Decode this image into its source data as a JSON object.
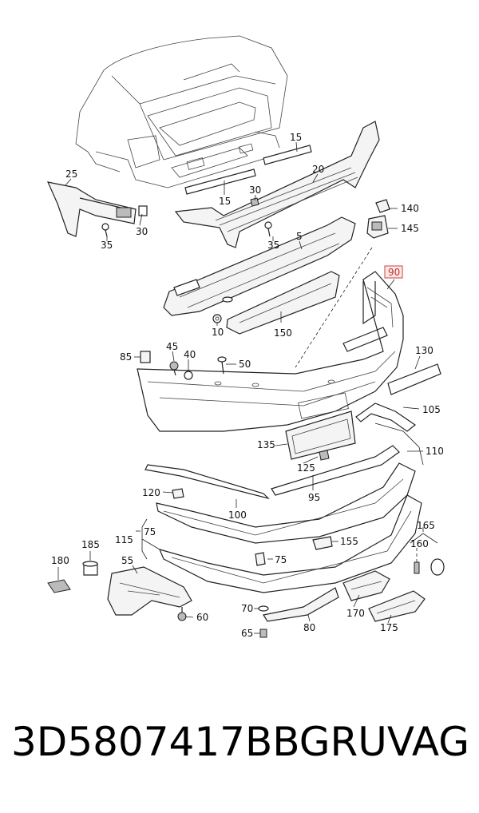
{
  "callouts": {
    "c5": "5",
    "c10": "10",
    "c15a": "15",
    "c15b": "15",
    "c20": "20",
    "c25": "25",
    "c30a": "30",
    "c30b": "30",
    "c35a": "35",
    "c35b": "35",
    "c40": "40",
    "c45": "45",
    "c50": "50",
    "c55": "55",
    "c60": "60",
    "c65": "65",
    "c70": "70",
    "c75a": "75",
    "c75b": "75",
    "c80": "80",
    "c85": "85",
    "c90": "90",
    "c95": "95",
    "c100": "100",
    "c105": "105",
    "c110": "110",
    "c115": "115",
    "c120": "120",
    "c125": "125",
    "c130": "130",
    "c135": "135",
    "c140": "140",
    "c145": "145",
    "c150": "150",
    "c155": "155",
    "c160": "160",
    "c165": "165",
    "c170": "170",
    "c175": "175",
    "c180": "180",
    "c185": "185"
  },
  "highlight": {
    "callout": "90",
    "color": "#d04040"
  },
  "footer": {
    "part_number": "3D5807417BBGRU",
    "brand": "VAG"
  }
}
